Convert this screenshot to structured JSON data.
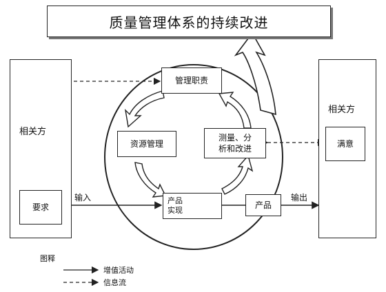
{
  "title": "质量管理体系的持续改进",
  "left_party": {
    "label": "相关方",
    "req": "要求"
  },
  "right_party": {
    "label": "相关方",
    "sat": "满意"
  },
  "nodes": {
    "mgmt": "管理职责",
    "resource": "资源管理",
    "measure": "测量、分\n析和改进",
    "realize": "产品\n实现",
    "product": "产品"
  },
  "labels": {
    "input": "输入",
    "output": "输出"
  },
  "legend": {
    "title": "图释",
    "solid": "增值活动",
    "dashed": "信息流"
  }
}
